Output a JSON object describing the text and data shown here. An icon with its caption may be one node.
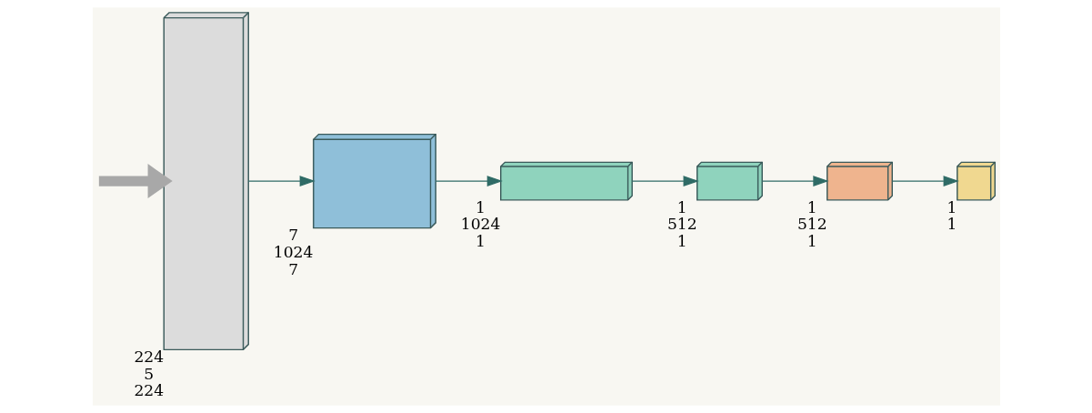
{
  "diagram": {
    "nodes": [
      {
        "text": [],
        "shape": "box",
        "beside": [
          "224",
          "5",
          "224"
        ]
      },
      {
        "text": [],
        "shape": "box",
        "beside": [
          "7",
          "1024",
          "7"
        ]
      },
      {
        "text": [],
        "shape": "box",
        "beside": [
          "1",
          "1024",
          "1"
        ]
      },
      {
        "text": [],
        "shape": "box",
        "beside": [
          "1",
          "512",
          "1"
        ]
      },
      {
        "text": [],
        "shape": "box",
        "beside": [
          "1",
          "512",
          "1"
        ]
      },
      {
        "text": [],
        "shape": "box",
        "beside": [
          "1",
          "1"
        ]
      }
    ],
    "edges": [
      {
        "from": 0,
        "to": 1,
        "arrow": "to"
      },
      {
        "from": 1,
        "to": 2,
        "arrow": "to"
      },
      {
        "from": 2,
        "to": 3,
        "arrow": "to"
      },
      {
        "from": 3,
        "to": 4,
        "arrow": "to"
      },
      {
        "from": 4,
        "to": 5,
        "arrow": "to"
      },
      {
        "from": null,
        "to": 0,
        "arrow": "to",
        "style": "thick",
        "color": "#a8a8a8"
      }
    ]
  }
}
